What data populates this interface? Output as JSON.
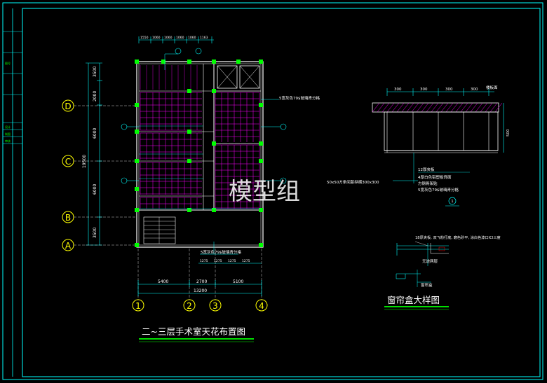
{
  "titles": {
    "plan": "二~三层手术室天花布置图",
    "detail": "窗帘盒大样图"
  },
  "watermark": "模型组",
  "grid_rows": [
    "D",
    "C",
    "B",
    "A"
  ],
  "grid_cols": [
    "1",
    "2",
    "3",
    "4"
  ],
  "row_dims": [
    "3500",
    "2000",
    "6000",
    "6000",
    "3500"
  ],
  "row_total": "19500",
  "col_dims": [
    "5400",
    "2700",
    "5100"
  ],
  "col_total": "13200",
  "top_dims": [
    "1550",
    "1060",
    "1060",
    "1060",
    "1060",
    "1163"
  ],
  "bottom_dims": [
    "1275",
    "1275",
    "1275",
    "1275"
  ],
  "plan_notes": {
    "right_note": "5宽灰色79$玻璃青分格",
    "bottom_note": "5宽灰色79$玻璃青分格"
  },
  "detail_dims": [
    "300",
    "300",
    "300",
    "300"
  ],
  "detail_labels": {
    "top_right": "楼板面",
    "note1": "12厚夹板",
    "note2": "4厚白色铝塑板饰面",
    "note3": "方钢骨架贴",
    "note4": "5宽灰色79$玻璃青分格",
    "left_note": "50x50方条间距纵横300x300",
    "callout": "1",
    "side_dim": "500"
  },
  "small_detail": {
    "note": "18厚夹板, 双飞粉打底, 磨色砂平, 涂白色漆口ICI三度",
    "label1": "无迹两层",
    "label2": "窗帘盒"
  },
  "title_block": [
    "图号",
    "设计",
    "制图",
    "审核"
  ],
  "colors": {
    "bg": "#000000",
    "cyan": "#00ffff",
    "green": "#00ff00",
    "yellow": "#ffff00",
    "magenta": "#ff00ff",
    "white": "#ffffff",
    "red": "#ff0000"
  }
}
